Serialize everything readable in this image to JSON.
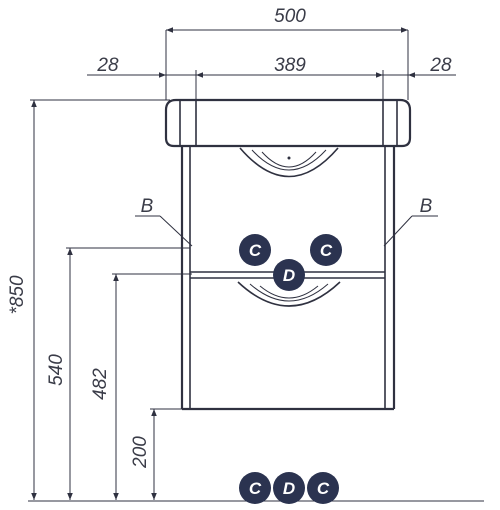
{
  "dimensions": {
    "overall_width": "500",
    "inner_width": "389",
    "left_side": "28",
    "right_side": "28",
    "total_height": "*850",
    "height_540": "540",
    "height_482": "482",
    "leg_height": "200"
  },
  "callouts": {
    "left": "B",
    "right": "B"
  },
  "markers": {
    "c_left": "C",
    "c_right": "C",
    "d_center": "D",
    "bottom_c_left": "C",
    "bottom_d": "D",
    "bottom_c_right": "C"
  },
  "colors": {
    "line": "#2f3140",
    "marker": "#2b3350"
  }
}
